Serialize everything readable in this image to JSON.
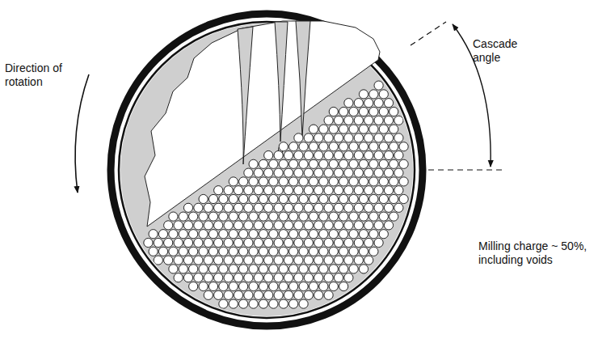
{
  "diagram": {
    "labels": [
      "Direction of rotation",
      "Cascade angle",
      "Milling charge ~ 50%, including voids"
    ]
  }
}
